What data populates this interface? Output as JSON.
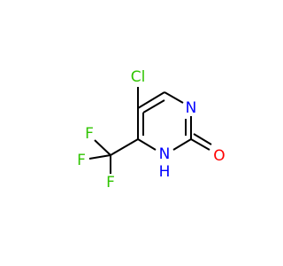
{
  "molecule": {
    "atoms": {
      "chlorine": {
        "label": "Cl",
        "color": "#2fc400"
      },
      "nitrogen_ring": {
        "label": "N",
        "color": "#0000ff"
      },
      "nitrogen_h": {
        "label": "N",
        "color": "#0000ff"
      },
      "hydrogen": {
        "label": "H",
        "color": "#0000ff"
      },
      "oxygen": {
        "label": "O",
        "color": "#ff0000"
      },
      "fluorine_top": {
        "label": "F",
        "color": "#2fc400"
      },
      "fluorine_left": {
        "label": "F",
        "color": "#2fc400"
      },
      "fluorine_bottom": {
        "label": "F",
        "color": "#2fc400"
      }
    },
    "bond_color": "#000000"
  }
}
